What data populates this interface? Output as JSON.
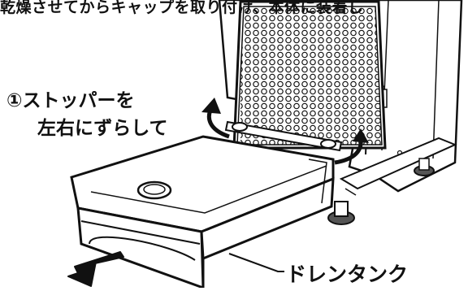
{
  "caption": {
    "top_text": "乾燥させてからキャップを取り付け、本体に装着し"
  },
  "step": {
    "line1": "①ストッパーを",
    "line2": "左右にずらして"
  },
  "parts": {
    "drain_tank_label": "ドレンタンク"
  },
  "icons": {
    "rotate_left": "curved-arrow-left-icon",
    "rotate_right": "curved-arrow-right-icon",
    "pull_out": "pull-out-arrow-icon"
  }
}
